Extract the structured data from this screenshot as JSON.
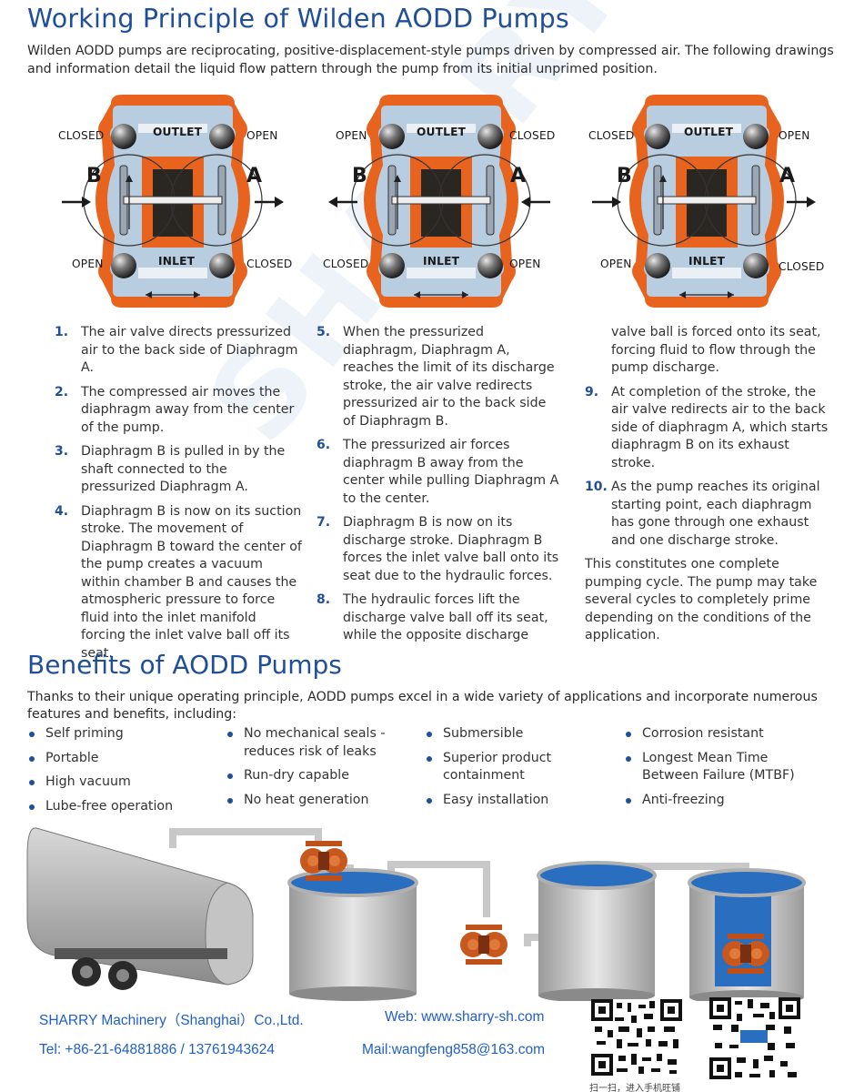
{
  "header": {
    "title": "Working Principle of Wilden AODD Pumps",
    "intro": "Wilden AODD pumps are reciprocating, positive-displacement-style pumps driven by compressed air. The following drawings and information detail the liquid flow pattern through the pump from its initial unprimed position."
  },
  "diagrams": [
    {
      "outlet": "OUTLET",
      "inlet": "INLET",
      "top_left": "CLOSED",
      "top_right": "OPEN",
      "bottom_left": "OPEN",
      "bottom_right": "CLOSED",
      "side_left": "B",
      "side_right": "A"
    },
    {
      "outlet": "OUTLET",
      "inlet": "INLET",
      "top_left": "OPEN",
      "top_right": "CLOSED",
      "bottom_left": "CLOSED",
      "bottom_right": "OPEN",
      "side_left": "B",
      "side_right": "A"
    },
    {
      "outlet": "OUTLET",
      "inlet": "INLET",
      "top_left": "CLOSED",
      "top_right": "OPEN",
      "bottom_left": "OPEN",
      "bottom_right": "CLOSED",
      "side_left": "B",
      "side_right": "A"
    }
  ],
  "steps": [
    {
      "num": "1.",
      "text": "The air valve directs pressurized air to the back side of Diaphragm A."
    },
    {
      "num": "2.",
      "text": "The compressed air moves the diaphragm away from the center of the pump."
    },
    {
      "num": "3.",
      "text": "Diaphragm B is pulled in by the shaft connected to the pressurized Diaphragm A."
    },
    {
      "num": "4.",
      "text": "Diaphragm B is now on its suction stroke. The movement of Diaphragm B toward the center of the pump creates a vacuum within chamber B and causes the atmospheric pressure to force fluid into the inlet manifold forcing the inlet valve ball off its seat."
    },
    {
      "num": "5.",
      "text": "When the pressurized diaphragm, Diaphragm A, reaches the limit of its discharge stroke, the air valve redirects pressurized air to the back side of Diaphragm B."
    },
    {
      "num": "6.",
      "text": "The pressurized air forces diaphragm B away from the center while pulling Diaphragm A to the center."
    },
    {
      "num": "7.",
      "text": "Diaphragm B is now on its discharge stroke. Diaphragm B forces the inlet valve ball onto its seat due to the hydraulic forces."
    },
    {
      "num": "8.",
      "text": "The hydraulic forces lift the discharge valve ball off its seat, while the opposite discharge"
    },
    {
      "num": "",
      "text": "valve ball is forced onto its seat, forcing fluid to flow through the pump discharge."
    },
    {
      "num": "9.",
      "text": "At completion of the stroke, the air valve redirects air to the back side of diaphragm A, which starts diaphragm B on its exhaust stroke."
    },
    {
      "num": "10.",
      "text": "As the pump reaches its original starting point, each diaphragm has gone through one exhaust and one discharge stroke."
    }
  ],
  "conclusion": "This constitutes one complete pumping cycle. The pump may take several cycles to completely prime depending on the conditions of the application.",
  "benefits": {
    "title": "Benefits of AODD Pumps",
    "intro": "Thanks to their unique operating principle, AODD pumps excel in a wide variety of applications and incorporate numerous features and benefits, including:",
    "col1": [
      "Self priming",
      "Portable",
      "High vacuum",
      "Lube-free operation"
    ],
    "col2": [
      "No mechanical seals - reduces risk of leaks",
      "Run-dry capable",
      "No heat generation"
    ],
    "col3": [
      "Submersible",
      "Superior product containment",
      "Easy installation"
    ],
    "col4": [
      "Corrosion resistant",
      "Longest Mean Time Between Failure (MTBF)",
      "Anti-freezing"
    ]
  },
  "watermark": "SHARRY",
  "footer": {
    "company": "SHARRY Machinery（Shanghai）Co.,Ltd.",
    "web": "Web: www.sharry-sh.com",
    "tel": "Tel: +86-21-64881886  /  13761943624",
    "mail": "Mail:wangfeng858@163.com",
    "qr_caption": "扫一扫，进入手机旺铺"
  },
  "colors": {
    "heading": "#1f4f99",
    "pump_orange": "#e8641e",
    "fluid_blue": "#b8cde0",
    "footer_text": "#2060c8"
  }
}
